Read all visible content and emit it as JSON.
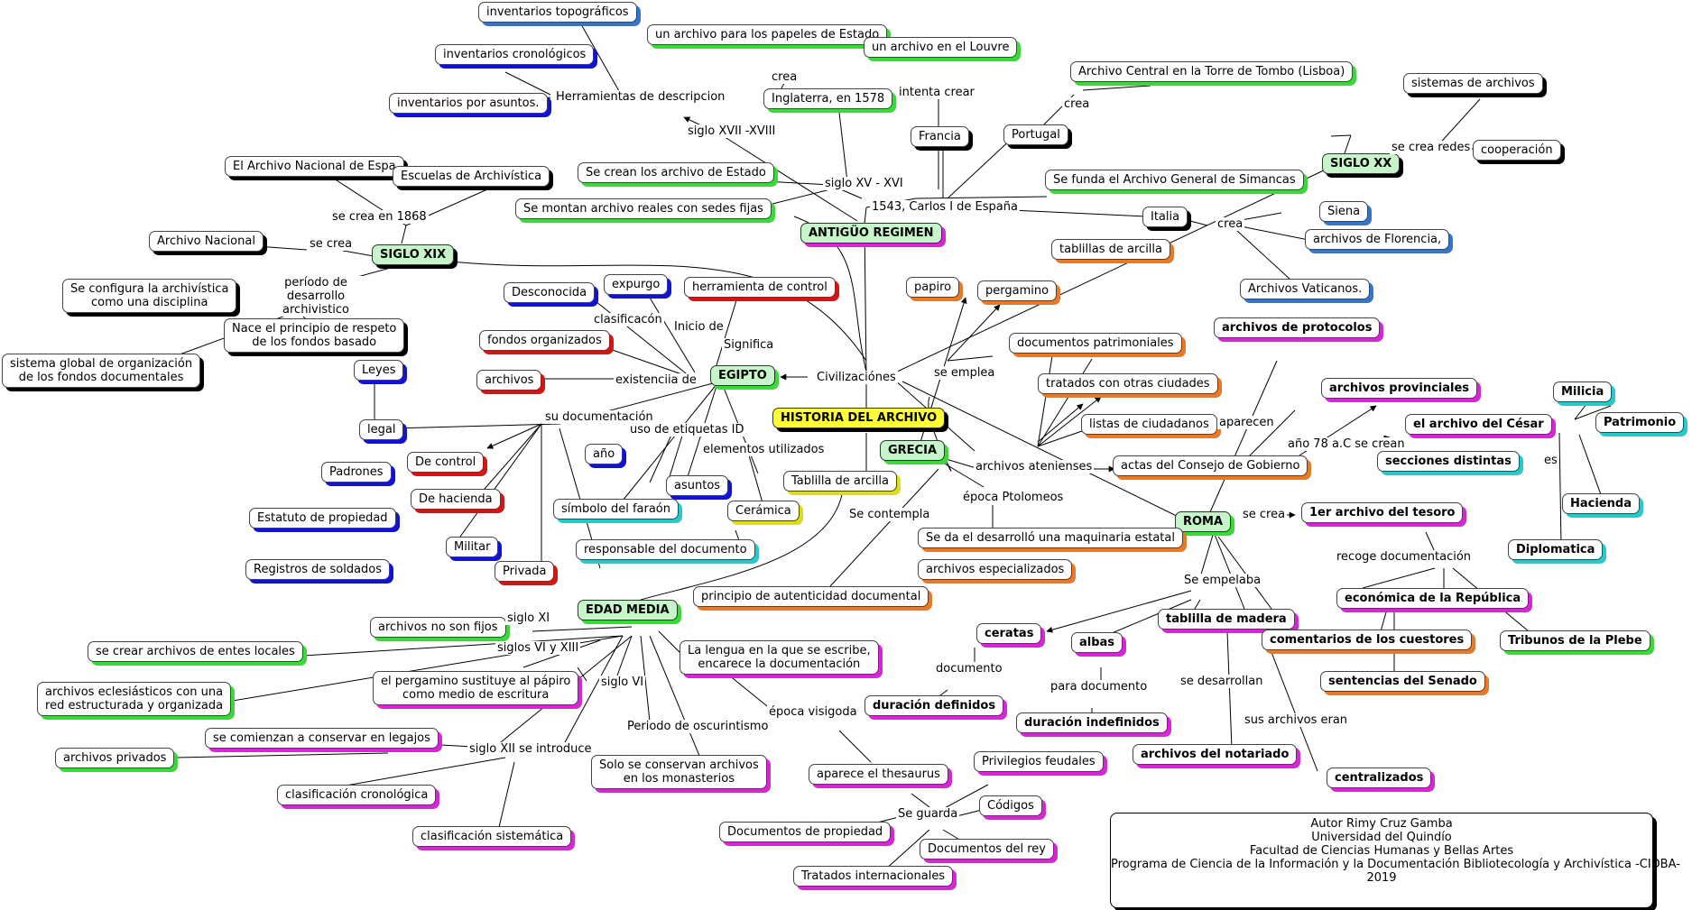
{
  "nodes": {
    "historia": "HISTORIA DEL ARCHIVO",
    "egipto": "EGIPTO",
    "grecia": "GRECIA",
    "roma": "ROMA",
    "edad_media": "EDAD MEDIA",
    "antiguo_regimen": "ANTIGÜO REGIMEN",
    "siglo_xix": "SIGLO XIX",
    "siglo_xx": "SIGLO XX",
    "inv_topograficos": "inventarios topográficos",
    "inv_cronologicos": "inventarios cronológicos",
    "inv_asuntos": "inventarios por asuntos.",
    "archivo_papeles_estado": "un archivo para los papeles de Estado",
    "archivo_louvre": "un archivo en el Louvre",
    "inglaterra": "Inglaterra, en 1578",
    "francia": "Francia",
    "portugal": "Portugal",
    "torre_tombo": "Archivo Central en la Torre de Tombo (Lisboa)",
    "sistemas_archivos": "sistemas de archivos",
    "cooperacion": "cooperación",
    "archivo_nacional_espa": "El Archivo Nacional de Espa",
    "escuelas_archivistica": "Escuelas de Archivística",
    "crean_archivo_estado": "Se crean los archivo de Estado",
    "montan_archivo": "Se montan archivo reales con sedes fijas",
    "fundacion_simancas": "Se funda el Archivo General de Simancas",
    "italia": "Italia",
    "siena": "Siena",
    "florencia": "archivos de Florencia,",
    "vaticanos": "Archivos Vaticanos.",
    "archivo_nacional": "Archivo Nacional",
    "configura_archivistica": "Se configura la archivística\ncomo una disciplina",
    "principio_respeto": "Nace el principio de respeto\nde los fondos basado",
    "sistema_global": "sistema global de organización\nde los fondos documentales",
    "desconocida": "Desconocida",
    "expurgo": "expurgo",
    "herramienta_control": "herramienta de control",
    "papiro": "papiro",
    "pergamino": "pergamino",
    "tablillas_arcilla": "tablillas de arcilla",
    "fondos_organizados": "fondos organizados",
    "archivos": "archivos",
    "leyes": "Leyes",
    "legal": "legal",
    "documentos_patrimoniales": "documentos patrimoniales",
    "tratados_ciudades": "tratados con otras ciudades",
    "listas_ciudadanos": "listas de ciudadanos",
    "archivos_protocolos": "archivos de protocolos",
    "archivos_provinciales": "archivos provinciales",
    "archivo_cesar": "el archivo del César",
    "milicia": "Milicia",
    "patrimonio": "Patrimonio",
    "secciones_distintas": "secciones distintas",
    "hacienda_roma": "Hacienda",
    "diplomatica": "Diplomatica",
    "de_control": "De control",
    "padrones": "Padrones",
    "ano": "año",
    "asuntos": "asuntos",
    "de_hacienda": "De hacienda",
    "estatuto_propiedad": "Estatuto de propiedad",
    "simbolo_faraon": "símbolo del faraón",
    "ceramica": "Cerámica",
    "tablilla_arcilla": "Tablilla de arcilla",
    "militar": "Militar",
    "registros_soldados": "Registros de soldados",
    "privada": "Privada",
    "responsable_documento": "responsable del documento",
    "actas_consejo": "actas del Consejo de Gobierno",
    "primer_archivo_tesoro": "1er archivo del tesoro",
    "desarrollo_maquinaria": "Se da el desarrolló una maquinaria estatal",
    "archivos_especializados": "archivos especializados",
    "principio_autenticidad": "principio de autenticidad documental",
    "economica_republica": "económica de la República",
    "tribunos_plebe": "Tribunos de la Plebe",
    "tablilla_madera": "tablilla de madera",
    "comentarios_cuestores": "comentarios de los cuestores",
    "sentencias_senado": "sentencias del Senado",
    "ceratas": "ceratas",
    "albas": "albas",
    "duracion_definidos": "duración definidos",
    "duracion_indefinidos": "duración indefinidos",
    "archivos_notariado": "archivos del notariado",
    "centralizados": "centralizados",
    "archivos_no_fijos": "archivos no son fijos",
    "entes_locales": "se crear archivos de entes locales",
    "eclesiasticos": "archivos eclesiásticos con una\nred estructurada y organizada",
    "pergamino_sustituye": "el pergamino sustituye al pápiro\ncomo medio de escritura",
    "lengua_escribe": "La lengua en la que se escribe,\nencarece la documentación",
    "archivos_privados": "archivos privados",
    "conservar_legajos": "se comienzan a conservar en legajos",
    "clasificacion_cronologica": "clasificación cronológica",
    "clasificacion_sistematica": "clasificación sistemática",
    "solo_monasterios": "Solo se conservan archivos\nen los monasterios",
    "thesaurus": "aparece el thesaurus",
    "privilegios_feudales": "Privilegios feudales",
    "codigos": "Códigos",
    "documentos_propiedad": "Documentos de propiedad",
    "documentos_rey": "Documentos del rey",
    "tratados_internacionales": "Tratados internacionales"
  },
  "links": {
    "herramientas_descripcion": "Herramientas de descripcion",
    "siglo_xvii_xviii": "siglo XVII -XVIII",
    "crea_1": "crea",
    "intenta_crear": "intenta crear",
    "crea_2": "crea",
    "se_crea_redes": "se crea redes",
    "siglo_xv_xvi": "siglo XV - XVI",
    "carlos_i": "1543, Carlos I de España",
    "crea_3": "crea",
    "se_crea_1868": "se crea en 1868",
    "se_crea": "se crea",
    "periodo_desarrollo": "período de desarrollo\narchivistico",
    "clasificacion": "clasificacón",
    "inicio_de": "Inicio de",
    "significa": "Significa",
    "existencia_de": "existenciia de",
    "civilizaciones": "Civilizaciónes",
    "se_emplea": "se emplea",
    "su_documentacion": "su documentación",
    "uso_etiquetas": "uso de etiquetas ID",
    "elementos_utilizados": "elementos utilizados",
    "aparecen": "aparecen",
    "ano_78": "año 78 a.C se crean",
    "es": "es",
    "archivos_atenienses": "archivos atenienses",
    "epoca_ptolomeos": "época Ptolomeos",
    "se_contempla": "Se contempla",
    "se_crea_roma": "se crea",
    "recoge_documentacion": "recoge documentación",
    "se_empelaba": "Se empelaba",
    "documento": "documento",
    "para_documento": "para documento",
    "se_desarrollan": "se desarrollan",
    "sus_archivos_eran": "sus archivos eran",
    "siglo_xi": "siglo XI",
    "siglos_vi_xiii": "siglos VI y XIII",
    "siglo_vi": "siglo VI",
    "siglo_xii": "siglo XII se introduce",
    "oscurantismo": "Periodo de oscurintismo",
    "epoca_visigoda": "época visigoda",
    "se_guarda": "Se guarda"
  },
  "author": {
    "line1": "Autor Rimy Cruz Gamba",
    "line2": "Universidad del Quindío",
    "line3": "Facultad de Ciencias Humanas y Bellas Artes",
    "line4": "Programa de Ciencia de la Información y la Documentación Bibliotecología y Archivística -CIDBA-",
    "line5": "2019"
  },
  "colors": {
    "root_fill": "#ffff33",
    "topic_fill": "#c6f5c9",
    "line": "#000000"
  }
}
